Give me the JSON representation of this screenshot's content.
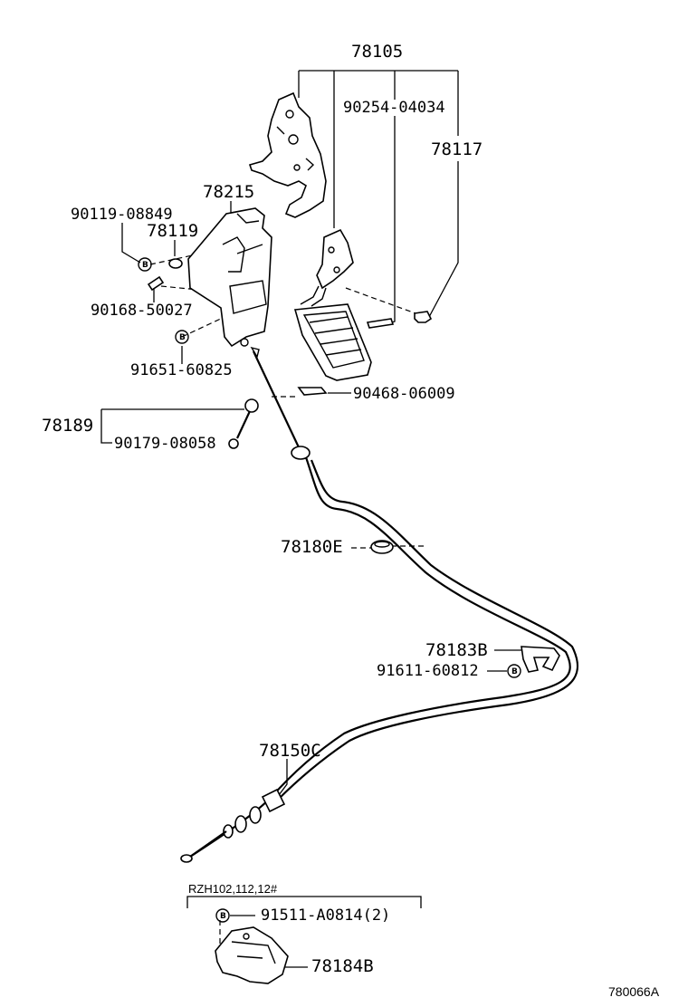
{
  "labels": {
    "p78105": "78105",
    "p90254": "90254-04034",
    "p78117": "78117",
    "p78215": "78215",
    "p90119": "90119-08849",
    "p78119": "78119",
    "p90168": "90168-50027",
    "p91651": "91651-60825",
    "p90468": "90468-06009",
    "p78189": "78189",
    "p90179": "90179-08058",
    "p78180E": "78180E",
    "p78183B": "78183B",
    "p91611": "91611-60812",
    "p78150C": "78150C",
    "p91511": "91511-A0814(2)",
    "p78184B": "78184B",
    "variant_note": "RZH102,112,12#",
    "figure_code": "780066A"
  },
  "badge_letter": "B"
}
